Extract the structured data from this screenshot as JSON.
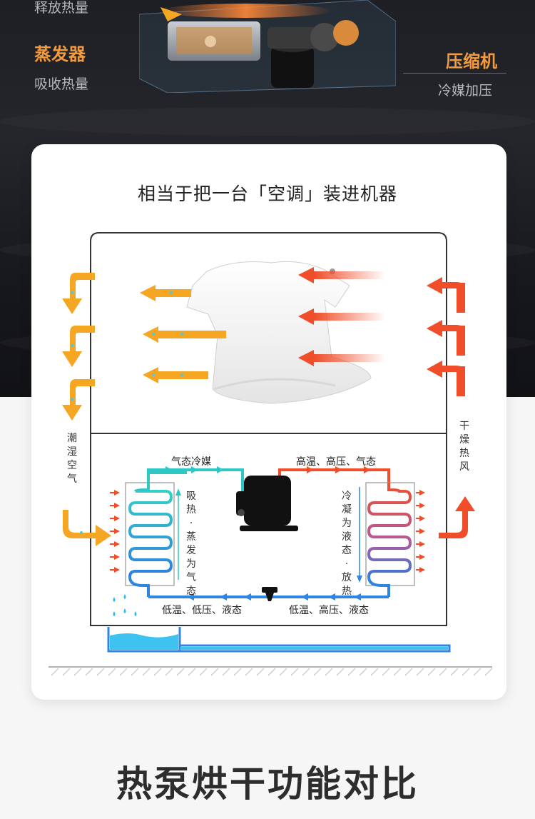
{
  "header": {
    "release_heat": "释放热量",
    "evaporator": "蒸发器",
    "absorb_heat": "吸收热量",
    "compressor": "压缩机",
    "compress_refrigerant": "冷媒加压"
  },
  "card": {
    "title": "相当于把一台「空调」装进机器",
    "humid_air": "潮湿空气",
    "dry_hot_air": "干燥热风",
    "gas_refrigerant": "气态冷媒",
    "high_temp_pressure_gas": "高温、高压、气态",
    "absorb_evaporate": "吸热·蒸发为气态",
    "condense_release": "冷凝为液态·放热",
    "low_temp_pressure_liquid": "低温、低压、液态",
    "low_temp_high_pressure_liquid": "低温、高压、液态"
  },
  "footer": {
    "title": "热泵烘干功能对比"
  },
  "colors": {
    "orange": "#f5a623",
    "red_orange": "#f04e2a",
    "cyan": "#2fc6c6",
    "blue": "#2f86e0",
    "water": "#3ec2f0"
  }
}
